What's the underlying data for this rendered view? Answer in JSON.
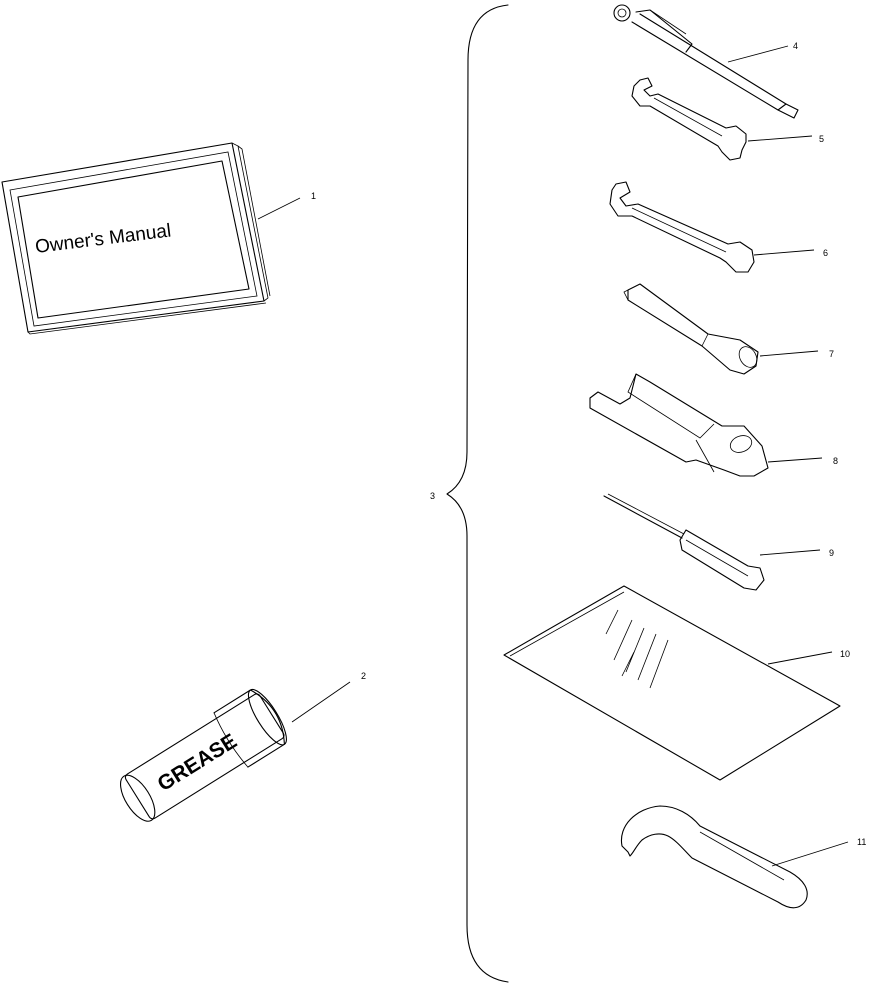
{
  "parts": [
    {
      "id": "owners-manual",
      "callout": "1",
      "label": "Owner's Manual"
    },
    {
      "id": "grease-tube",
      "callout": "2",
      "label": "GREASE"
    },
    {
      "id": "tool-kit-brace",
      "callout": "3"
    },
    {
      "id": "spark-plug-wrench-handle",
      "callout": "4"
    },
    {
      "id": "open-end-wrench-small",
      "callout": "5"
    },
    {
      "id": "open-end-wrench-large",
      "callout": "6"
    },
    {
      "id": "socket-wrench",
      "callout": "7"
    },
    {
      "id": "tool-pouch-wrench",
      "callout": "8"
    },
    {
      "id": "screwdriver",
      "callout": "9"
    },
    {
      "id": "tool-bag",
      "callout": "10"
    },
    {
      "id": "spanner-wrench",
      "callout": "11"
    }
  ]
}
